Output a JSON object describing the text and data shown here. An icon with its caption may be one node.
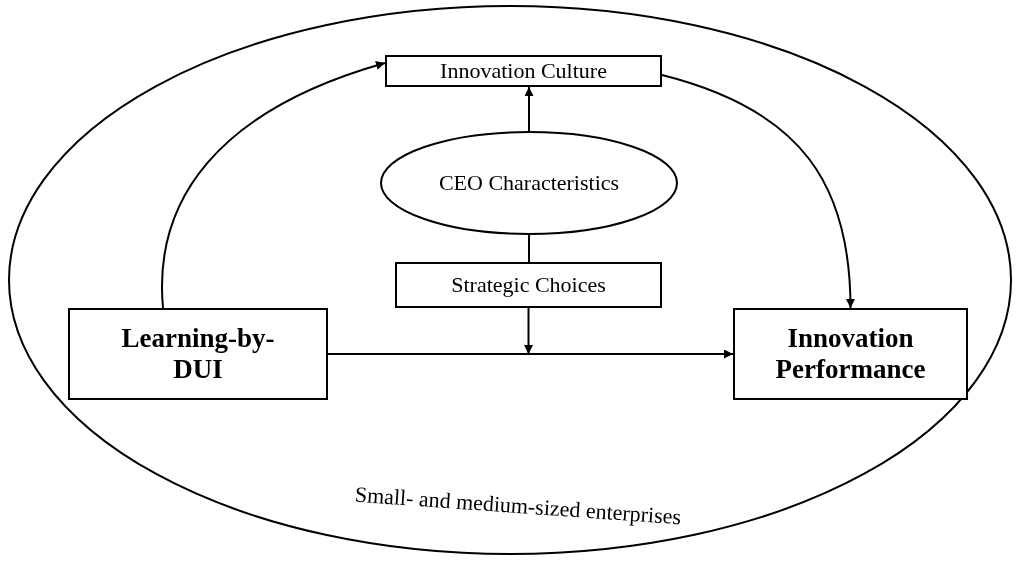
{
  "diagram": {
    "nodes": [
      {
        "text": [
          "Small- and medium-sized enterprises"
        ]
      },
      {
        "text": [
          "Innovation Culture"
        ],
        "in": 0
      },
      {
        "text": [
          "CEO Characteristics"
        ],
        "in": 0
      },
      {
        "text": [
          "Strategic Choices"
        ],
        "in": 0
      },
      {
        "text": [
          "Learning-by-DUI"
        ],
        "in": 0
      },
      {
        "text": [
          "Innovation Performance"
        ],
        "in": 0
      }
    ],
    "edges": [
      {
        "from": 4,
        "to": 1,
        "arrow": "to"
      },
      {
        "from": 1,
        "to": 5,
        "arrow": "to"
      },
      {
        "from": 2,
        "to": 1,
        "arrow": "to"
      },
      {
        "from": 2,
        "to": 3,
        "arrow": "none"
      },
      {
        "from": 4,
        "to": 5,
        "arrow": "to"
      },
      {
        "from": 3,
        "to": null,
        "arrow": "to"
      }
    ]
  }
}
